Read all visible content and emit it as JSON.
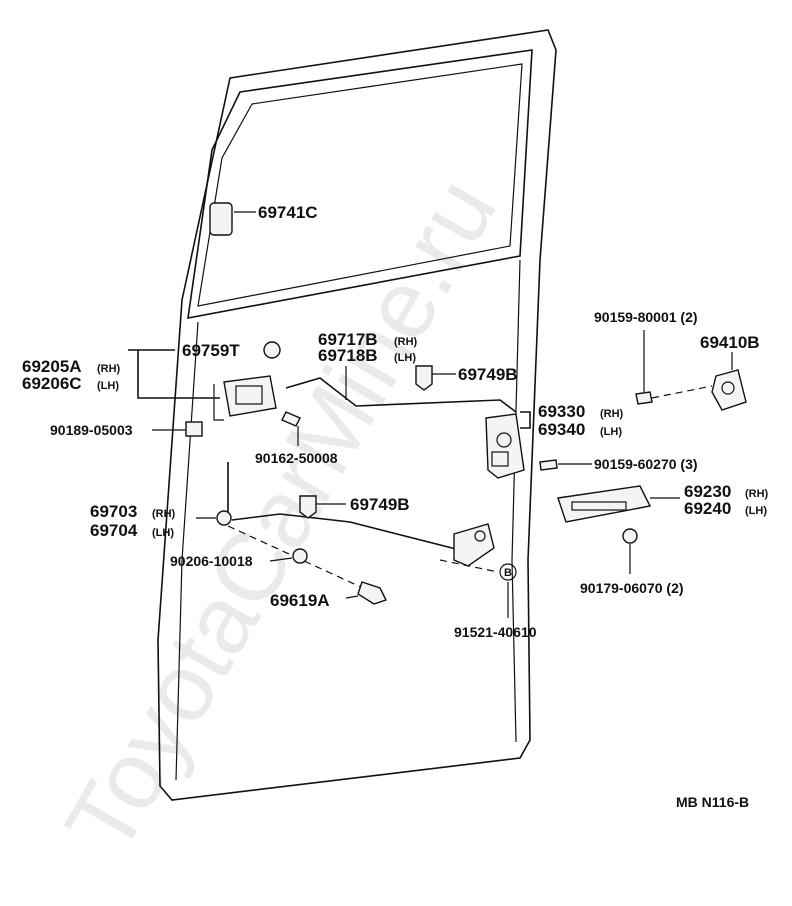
{
  "watermark": "ToyotaCarMine.ru",
  "diagram_code": "MB  N116-B",
  "labels": {
    "p69741C": "69741C",
    "p69759T": "69759T",
    "p69205A": "69205A",
    "p69206C": "69206C",
    "p69717B": "69717B",
    "p69718B": "69718B",
    "p69749B_top": "69749B",
    "p90189": "90189-05003",
    "p90162": "90162-50008",
    "p90159_80001": "90159-80001 (2)",
    "p69410B": "69410B",
    "p69330": "69330",
    "p69340": "69340",
    "p90159_60270": "90159-60270 (3)",
    "p69749B_mid": "69749B",
    "p69703": "69703",
    "p69704": "69704",
    "p69230": "69230",
    "p69240": "69240",
    "p90206": "90206-10018",
    "p69619A": "69619A",
    "p90179": "90179-06070 (2)",
    "p91521": "91521-40610",
    "rh": "(RH)",
    "lh": "(LH)",
    "marker_b": "B"
  }
}
